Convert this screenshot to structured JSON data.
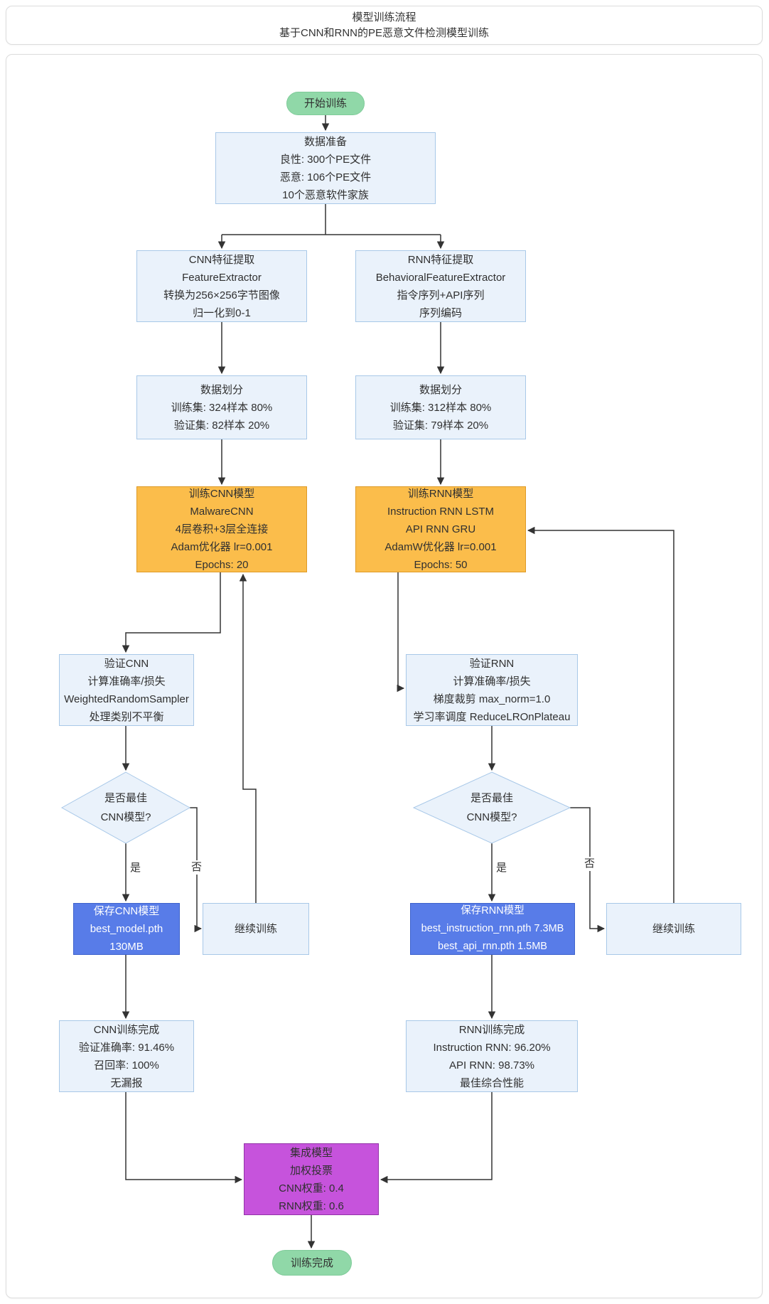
{
  "header": {
    "title_line1": "模型训练流程",
    "title_line2": "基于CNN和RNN的PE恶意文件检测模型训练"
  },
  "nodes": {
    "start": {
      "label": "开始训练"
    },
    "data_prep": {
      "lines": [
        "数据准备",
        "良性: 300个PE文件",
        "恶意: 106个PE文件",
        "10个恶意软件家族"
      ]
    },
    "cnn_feature": {
      "lines": [
        "CNN特征提取",
        "FeatureExtractor",
        "转换为256×256字节图像",
        "归一化到0-1"
      ]
    },
    "rnn_feature": {
      "lines": [
        "RNN特征提取",
        "BehavioralFeatureExtractor",
        "指令序列+API序列",
        "序列编码"
      ]
    },
    "cnn_split": {
      "lines": [
        "数据划分",
        "训练集: 324样本 80%",
        "验证集: 82样本 20%"
      ]
    },
    "rnn_split": {
      "lines": [
        "数据划分",
        "训练集: 312样本 80%",
        "验证集: 79样本 20%"
      ]
    },
    "cnn_train": {
      "lines": [
        "训练CNN模型",
        "MalwareCNN",
        "4层卷积+3层全连接",
        "Adam优化器 lr=0.001",
        "Epochs: 20"
      ]
    },
    "rnn_train": {
      "lines": [
        "训练RNN模型",
        "Instruction RNN LSTM",
        "API RNN GRU",
        "AdamW优化器 lr=0.001",
        "Epochs: 50"
      ]
    },
    "cnn_validate": {
      "lines": [
        "验证CNN",
        "计算准确率/损失",
        "WeightedRandomSampler",
        "处理类别不平衡"
      ]
    },
    "rnn_validate": {
      "lines": [
        "验证RNN",
        "计算准确率/损失",
        "梯度裁剪 max_norm=1.0",
        "学习率调度 ReduceLROnPlateau"
      ]
    },
    "cnn_decision": {
      "lines": [
        "是否最佳",
        "CNN模型?"
      ]
    },
    "rnn_decision": {
      "lines": [
        "是否最佳",
        "CNN模型?"
      ]
    },
    "cnn_save": {
      "lines": [
        "保存CNN模型",
        "best_model.pth",
        "130MB"
      ]
    },
    "rnn_save": {
      "lines": [
        "保存RNN模型",
        "best_instruction_rnn.pth 7.3MB",
        "best_api_rnn.pth 1.5MB"
      ]
    },
    "cnn_continue": {
      "label": "继续训练"
    },
    "rnn_continue": {
      "label": "继续训练"
    },
    "cnn_done": {
      "lines": [
        "CNN训练完成",
        "验证准确率: 91.46%",
        "召回率: 100%",
        "无漏报"
      ]
    },
    "rnn_done": {
      "lines": [
        "RNN训练完成",
        "Instruction RNN: 96.20%",
        "API RNN: 98.73%",
        "最佳综合性能"
      ]
    },
    "ensemble": {
      "lines": [
        "集成模型",
        "加权投票",
        "CNN权重: 0.4",
        "RNN权重: 0.6"
      ]
    },
    "end": {
      "label": "训练完成"
    }
  },
  "edge_labels": {
    "yes": "是",
    "no": "否"
  },
  "colors": {
    "process_fill": "#EAF2FB",
    "process_border": "#A8C8E8",
    "train_fill": "#FBBD4B",
    "train_border": "#DE9A26",
    "save_fill": "#587CE8",
    "ensemble_fill": "#C653DC",
    "terminal_fill": "#90D8A8",
    "arrow": "#333333"
  }
}
